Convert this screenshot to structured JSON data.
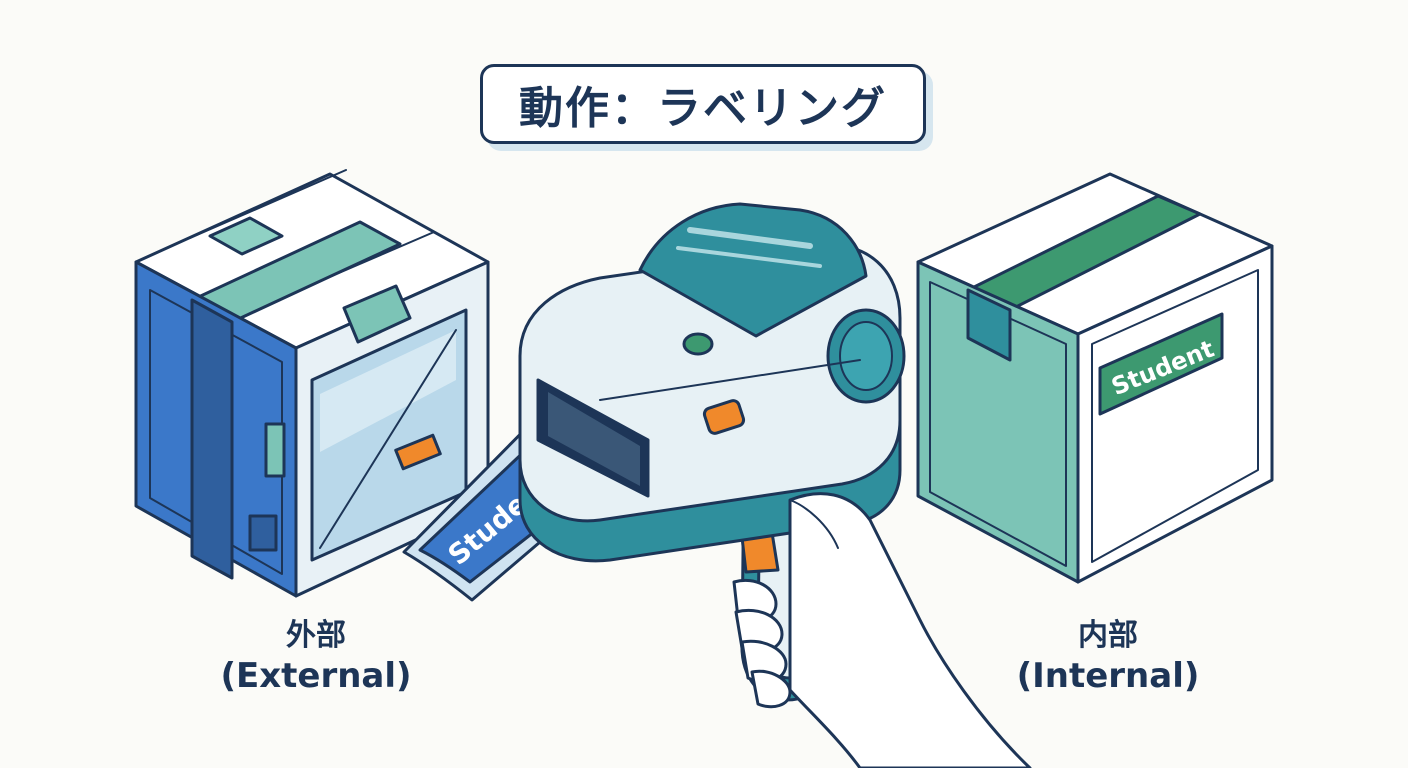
{
  "title": "動作：ラベリング",
  "external": {
    "label_jp": "外部",
    "label_en": "(External)",
    "tape_text": "StudentDto"
  },
  "internal": {
    "label_jp": "内部",
    "label_en": "(Internal)",
    "box_label": "Student"
  },
  "colors": {
    "outline": "#1d3557",
    "blue_box": "#3b78c9",
    "teal": "#2f8f9d",
    "green_label": "#3d9970",
    "orange": "#f0892b",
    "mint": "#7cc4b6"
  },
  "icons": [
    "box-icon",
    "label-printer-icon",
    "hand-icon",
    "label-tape-icon"
  ]
}
